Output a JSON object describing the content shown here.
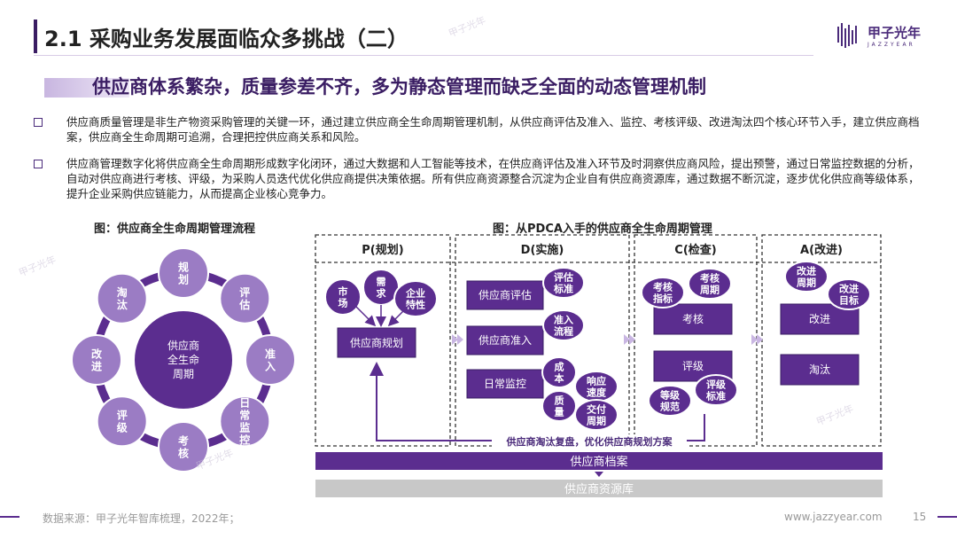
{
  "header": {
    "title": "2.1 采购业务发展面临众多挑战（二）",
    "logo_text": "甲子光年",
    "logo_sub": "JAZZYEAR"
  },
  "subtitle": "供应商体系繁杂，质量参差不齐，多为静态管理而缺乏全面的动态管理机制",
  "bullets": [
    "供应商质量管理是非生产物资采购管理的关键一环，通过建立供应商全生命周期管理机制，从供应商评估及准入、监控、考核评级、改进淘汰四个核心环节入手，建立供应商档案，供应商全生命周期可追溯，合理把控供应商关系和风险。",
    "供应商管理数字化将供应商全生命周期形成数字化闭环，通过大数据和人工智能等技术，在供应商评估及准入环节及时洞察供应商风险，提出预警，通过日常监控数据的分析，自动对供应商进行考核、评级，为采购人员迭代优化供应商提供决策依据。所有供应商资源整合沉淀为企业自有供应商资源库，通过数据不断沉淀，逐步优化供应商等级体系，提升企业采购供应链能力，从而提高企业核心竞争力。"
  ],
  "left_figure": {
    "title": "图：供应商全生命周期管理流程",
    "center": "供应商\n全生命\n周期",
    "nodes": [
      "规划",
      "评估",
      "准入",
      "日常监控",
      "考核",
      "评级",
      "改进",
      "淘汰"
    ]
  },
  "right_figure": {
    "title": "图：从PDCA入手的供应商全生命周期管理",
    "columns": {
      "p": "P(规划)",
      "d": "D(实施)",
      "c": "C(检查)",
      "a": "A(改进)"
    },
    "p_bubbles": [
      "市场",
      "需求",
      "企业特性"
    ],
    "p_box": "供应商规划",
    "d_boxes": [
      "供应商评估",
      "供应商准入",
      "日常监控"
    ],
    "d_bubbles": [
      "评估标准",
      "准入流程",
      "成本",
      "响应速度",
      "质量",
      "交付周期"
    ],
    "c_bubbles": [
      "考核指标",
      "考核周期",
      "等级规范",
      "评级标准"
    ],
    "c_boxes": [
      "考核",
      "评级"
    ],
    "a_bubbles": [
      "改进周期",
      "改进目标"
    ],
    "a_boxes": [
      "改进",
      "淘汰"
    ],
    "feedback": "供应商淘汰复盘，优化供应商规划方案",
    "archive": "供应商档案",
    "resource": "供应商资源库"
  },
  "footer": {
    "source": "数据来源：甲子光年智库梳理，2022年；",
    "url": "www.jazzyear.com",
    "page": "15"
  },
  "colors": {
    "brand": "#3a1d63",
    "purple": "#5b2d8f",
    "light_purple": "#9b7cc4",
    "grey": "#c8c8c8"
  }
}
